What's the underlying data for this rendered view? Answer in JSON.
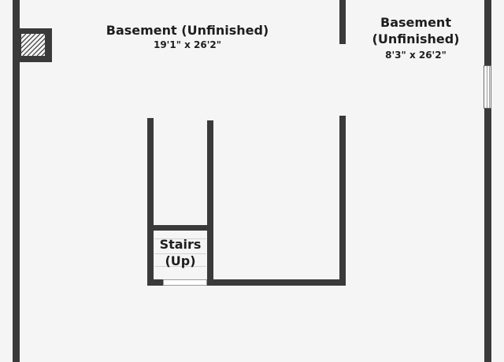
{
  "rooms": [
    {
      "name": "Basement (Unfinished)",
      "dimensions": "19'1\" x 26'2\""
    },
    {
      "name_lines": [
        "Basement",
        "(Unfinished)"
      ],
      "dimensions": "8'3\" x 26'2\""
    }
  ],
  "stairs": {
    "label_lines": [
      "Stairs",
      "(Up)"
    ]
  },
  "colors": {
    "floor": "#f5f5f5",
    "wall": "#3a3a3a",
    "text": "#1e1e1e"
  },
  "icons": {
    "chimney": "hatched-chimney-icon",
    "window": "window-icon",
    "door": "door-opening-icon"
  }
}
